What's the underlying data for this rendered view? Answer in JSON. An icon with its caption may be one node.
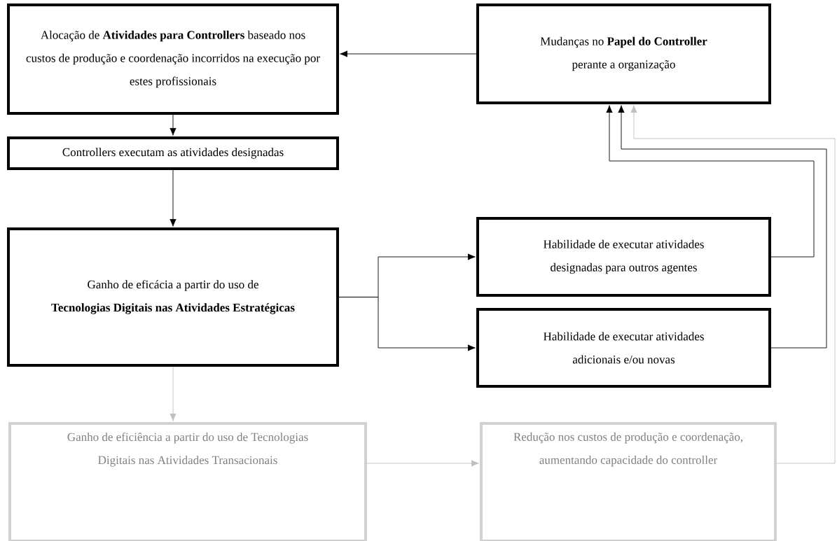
{
  "diagram": {
    "nodes": [
      {
        "text": [
          "Alocação de **Atividades para Controllers** baseado nos custos de produção e coordenação incorridos na execução por estes profissionais"
        ]
      },
      {
        "text": [
          "Mudanças no **Papel do Controller** perante a organização"
        ]
      },
      {
        "text": [
          "Controllers executam as atividades designadas"
        ]
      },
      {
        "text": [
          "Ganho de eficácia a partir do uso de",
          "Tecnologias Digitais nas Atividades Estratégicas"
        ]
      },
      {
        "text": [
          "Habilidade de executar atividades designadas para outros agentes"
        ]
      },
      {
        "text": [
          "Habilidade de executar atividades adicionais e/ou novas"
        ]
      },
      {
        "text": [
          "Ganho de eficiência a partir do uso de Tecnologias Digitais nas Atividades Transacionais"
        ]
      },
      {
        "text": [
          "Redução nos custos de produção e coordenação, aumentando capacidade do controller"
        ]
      }
    ],
    "edges": [
      {
        "from": 1,
        "to": 0,
        "arrow": "to"
      },
      {
        "from": 0,
        "to": 2,
        "arrow": "to"
      },
      {
        "from": 2,
        "to": 3,
        "arrow": "to"
      },
      {
        "from": 3,
        "to": 4,
        "arrow": "to"
      },
      {
        "from": 3,
        "to": 5,
        "arrow": "to"
      },
      {
        "from": 4,
        "to": 1,
        "arrow": "to"
      },
      {
        "from": 5,
        "to": 1,
        "arrow": "to"
      },
      {
        "from": 3,
        "to": 6,
        "arrow": "to",
        "color": "#bfbfbf"
      },
      {
        "from": 6,
        "to": 7,
        "arrow": "to",
        "color": "#bfbfbf"
      },
      {
        "from": 7,
        "to": 1,
        "arrow": "to",
        "color": "#bfbfbf"
      }
    ]
  }
}
